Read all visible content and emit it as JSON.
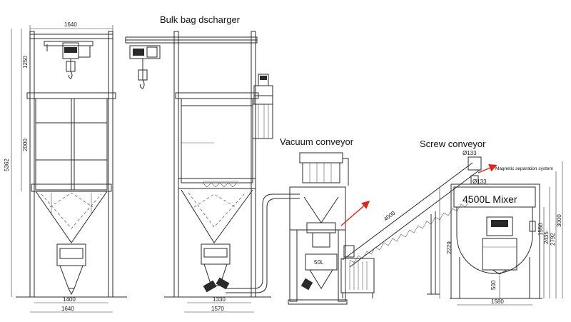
{
  "labels": {
    "bulk_bag": "Bulk bag dscharger",
    "vacuum": "Vacuum conveyor",
    "screw": "Screw conveyor",
    "mixer": "4500L  Mixer",
    "magnetic": "Magnetic separation system",
    "tank": "50L"
  },
  "dims": {
    "w1640_top": "1640",
    "h1250": "1250",
    "h2000": "2000",
    "h5362": "5362",
    "w1400": "1400",
    "w1640_bottom": "1640",
    "w1330": "1330",
    "w1570": "1570",
    "d133_top": "Ø133",
    "d133_bottom": "Ø133",
    "len4000": "4000",
    "h2229": "2229",
    "h1550": "1550",
    "h2435": "2435",
    "h2792": "2792",
    "h3000": "3000",
    "h500": "500",
    "w1580": "1580"
  },
  "colors": {
    "arrow": "#e0261b",
    "line": "#2a2a2a"
  }
}
